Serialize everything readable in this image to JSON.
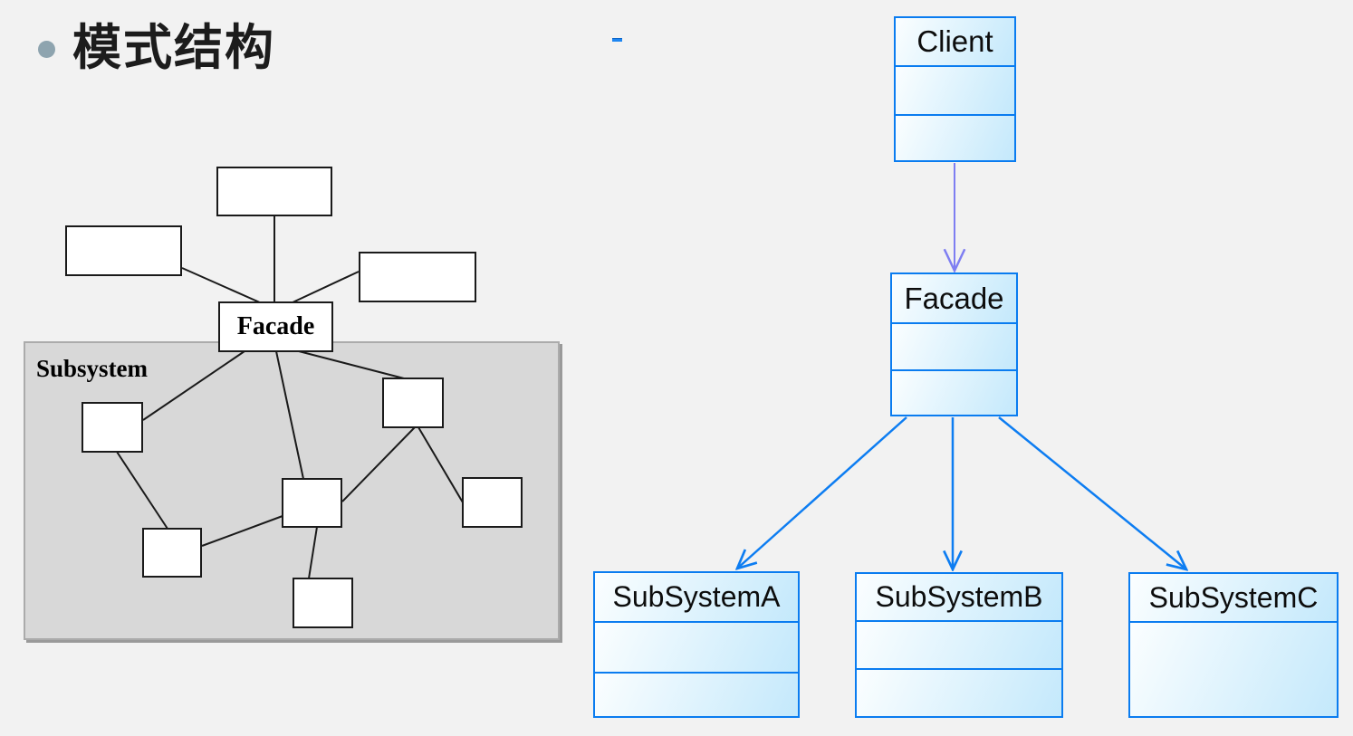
{
  "slide": {
    "title": "模式结构"
  },
  "structure_diagram": {
    "facade_label": "Facade",
    "subsystem_label": "Subsystem"
  },
  "uml_diagram": {
    "client_label": "Client",
    "facade_label": "Facade",
    "subsystem_a_label": "SubSystemA",
    "subsystem_b_label": "SubSystemB",
    "subsystem_c_label": "SubSystemC"
  },
  "icons": {
    "bullet": "circle-bullet-icon",
    "dash": "dash-mark-icon"
  },
  "colors": {
    "page-bg": "#f2f2f2",
    "bullet": "#8ea4af",
    "line-color": "#1a1a1a",
    "subsys-bg": "#d8d8d8",
    "subsys-border": "#ababab",
    "subsys-shadow": "#9a9a9a",
    "uml-border": "#0a7cf0",
    "uml-grad-a": "#fbfeff",
    "uml-grad-b": "#b3e2fa",
    "assoc-arrow": "#0d7df2",
    "dep-arrow": "#7e7ef2",
    "dash": "#1e86f2"
  }
}
